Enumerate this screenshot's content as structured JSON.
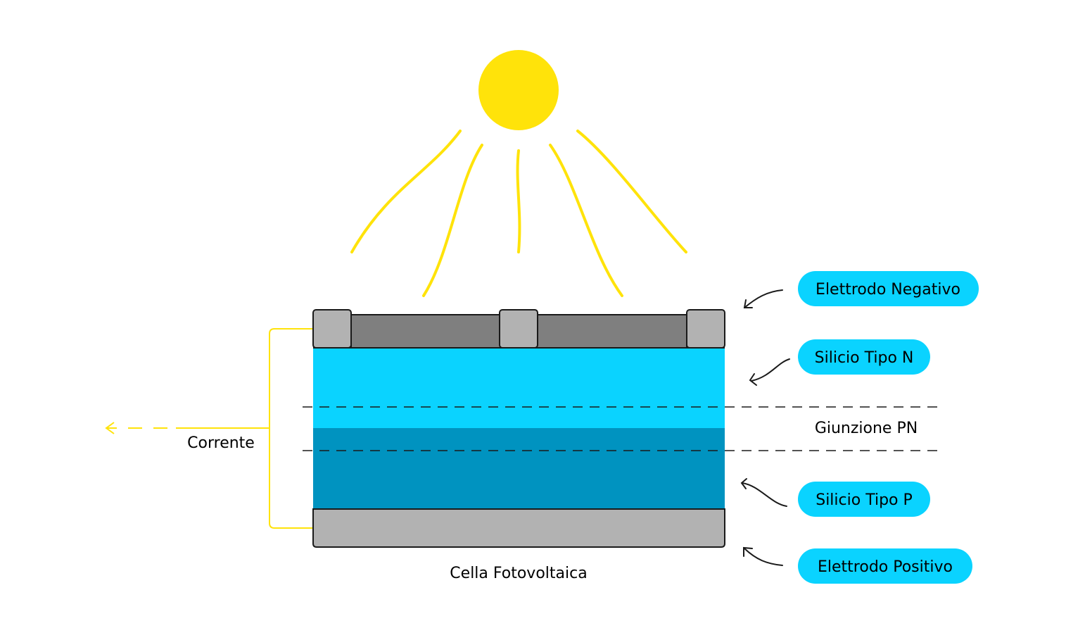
{
  "labels": {
    "electrode_negative": "Elettrodo Negativo",
    "silicon_n": "Silicio Tipo N",
    "junction_pn": "Giunzione PN",
    "silicon_p": "Silicio Tipo P",
    "electrode_positive": "Elettrodo Positivo",
    "current": "Corrente",
    "cell": "Cella Fotovoltaica"
  },
  "colors": {
    "sun": "#FFE30A",
    "n_silicon": "#0AD3FF",
    "p_silicon": "#0093C0",
    "electrode_dark": "#7F7F7F",
    "electrode_light": "#B2B2B2",
    "label_pill": "#0AD3FF",
    "current_line": "#FFE30A",
    "outline": "#1A1A1A"
  },
  "icons": {
    "sun": "sun-icon",
    "current_arrow": "arrow-left-icon",
    "pointer_arrow": "curved-arrow-icon"
  }
}
